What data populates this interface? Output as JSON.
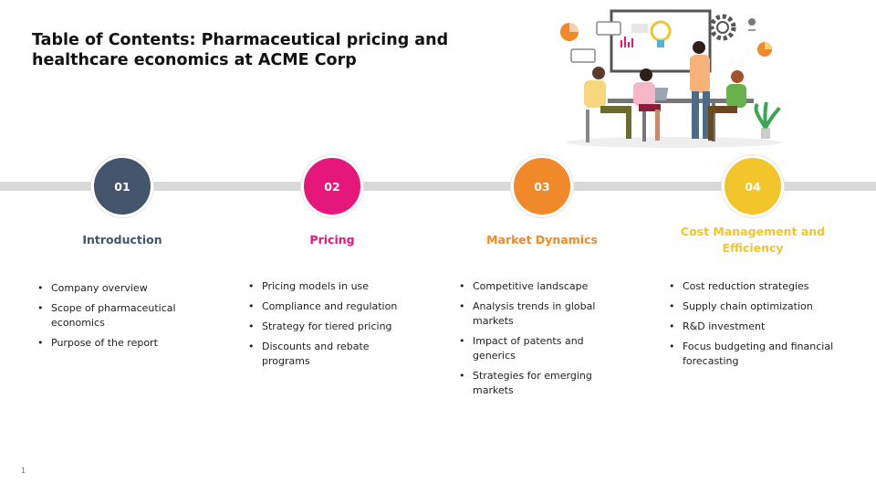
{
  "slide": {
    "title": "Table of Contents: Pharmaceutical pricing and healthcare economics at ACME Corp",
    "page_number": "1"
  },
  "sections": [
    {
      "number": "01",
      "heading": "Introduction",
      "color": "#44546a",
      "bullets": [
        "Company overview",
        "Scope of pharmaceutical economics",
        "Purpose of the report"
      ]
    },
    {
      "number": "02",
      "heading": "Pricing",
      "color": "#e6177b",
      "bullets": [
        "Pricing models in use",
        "Compliance and regulation",
        "Strategy for tiered pricing",
        "Discounts and rebate programs"
      ]
    },
    {
      "number": "03",
      "heading": "Market Dynamics",
      "color": "#f0892a",
      "bullets": [
        "Competitive landscape",
        "Analysis trends in global markets",
        "Impact of patents and generics",
        "Strategies for emerging markets"
      ]
    },
    {
      "number": "04",
      "heading": "Cost Management and Efficiency",
      "color": "#f2c52b",
      "bullets": [
        "Cost reduction strategies",
        "Supply chain optimization",
        "R&D investment",
        "Focus budgeting and financial forecasting"
      ]
    }
  ],
  "illustration": {
    "icon": "team-meeting-illustration"
  }
}
